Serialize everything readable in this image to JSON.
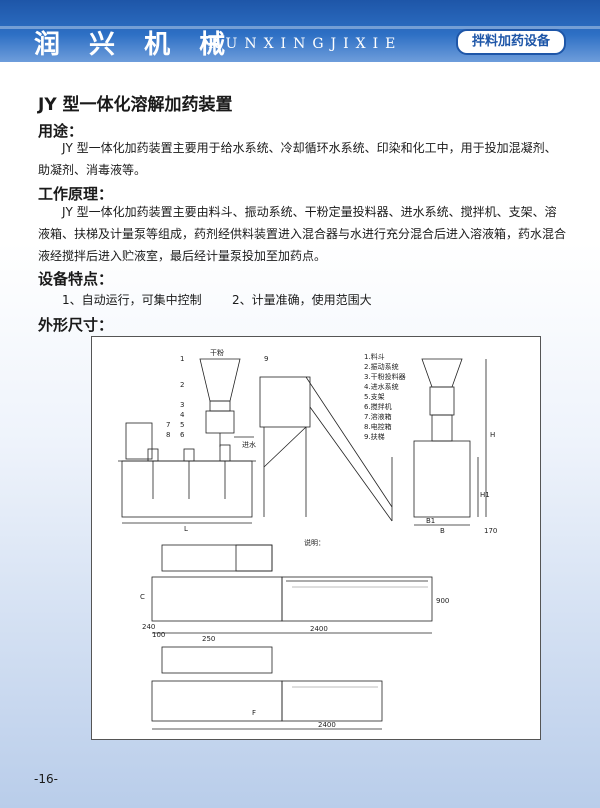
{
  "header": {
    "brand": "润 兴 机 械",
    "pinyin": "RUNXINGJIXIE",
    "category_badge": "拌料加药设备"
  },
  "title": "JY 型一体化溶解加药装置",
  "sections": {
    "usage_heading": "用途：",
    "usage_text": "JY 型一体化加药装置主要用于给水系统、冷却循环水系统、印染和化工中，用于投加混凝剂、助凝剂、消毒液等。",
    "principle_heading": "工作原理：",
    "principle_text": "JY 型一体化加药装置主要由料斗、振动系统、干粉定量投料器、进水系统、搅拌机、支架、溶液箱、扶梯及计量泵等组成，药剂经供料装置进入混合器与水进行充分混合后进入溶液箱，药水混合液经搅拌后进入贮液室，最后经计量泵投加至加药点。",
    "features_heading": "设备特点：",
    "feature_1": "1、自动运行，可集中控制",
    "feature_2": "2、计量准确，使用范围大",
    "dimensions_heading": "外形尺寸："
  },
  "drawing": {
    "legend": [
      "1.料斗",
      "2.振动系统",
      "3.干粉投料器",
      "4.进水系统",
      "5.支架",
      "6.搅拌机",
      "7.溶液箱",
      "8.电控箱",
      "9.扶梯"
    ],
    "labels": {
      "dry_powder": "干粉",
      "water_inlet": "进水",
      "dim_L": "L",
      "dim_B": "B",
      "dim_B1": "B1",
      "dim_H": "H",
      "dim_H1": "H1",
      "dim_170": "170",
      "dim_2400": "2400",
      "dim_900": "900",
      "dim_240": "240",
      "dim_100": "100",
      "dim_250": "250",
      "dim_C": "C",
      "dim_F": "F",
      "callout_1": "1",
      "callout_2": "2",
      "callout_3": "3",
      "callout_4": "4",
      "callout_5": "5",
      "callout_6": "6",
      "callout_7": "7",
      "callout_8": "8",
      "callout_9": "9",
      "notes_title": "说明："
    }
  },
  "footer": {
    "page_number": "-16-"
  }
}
